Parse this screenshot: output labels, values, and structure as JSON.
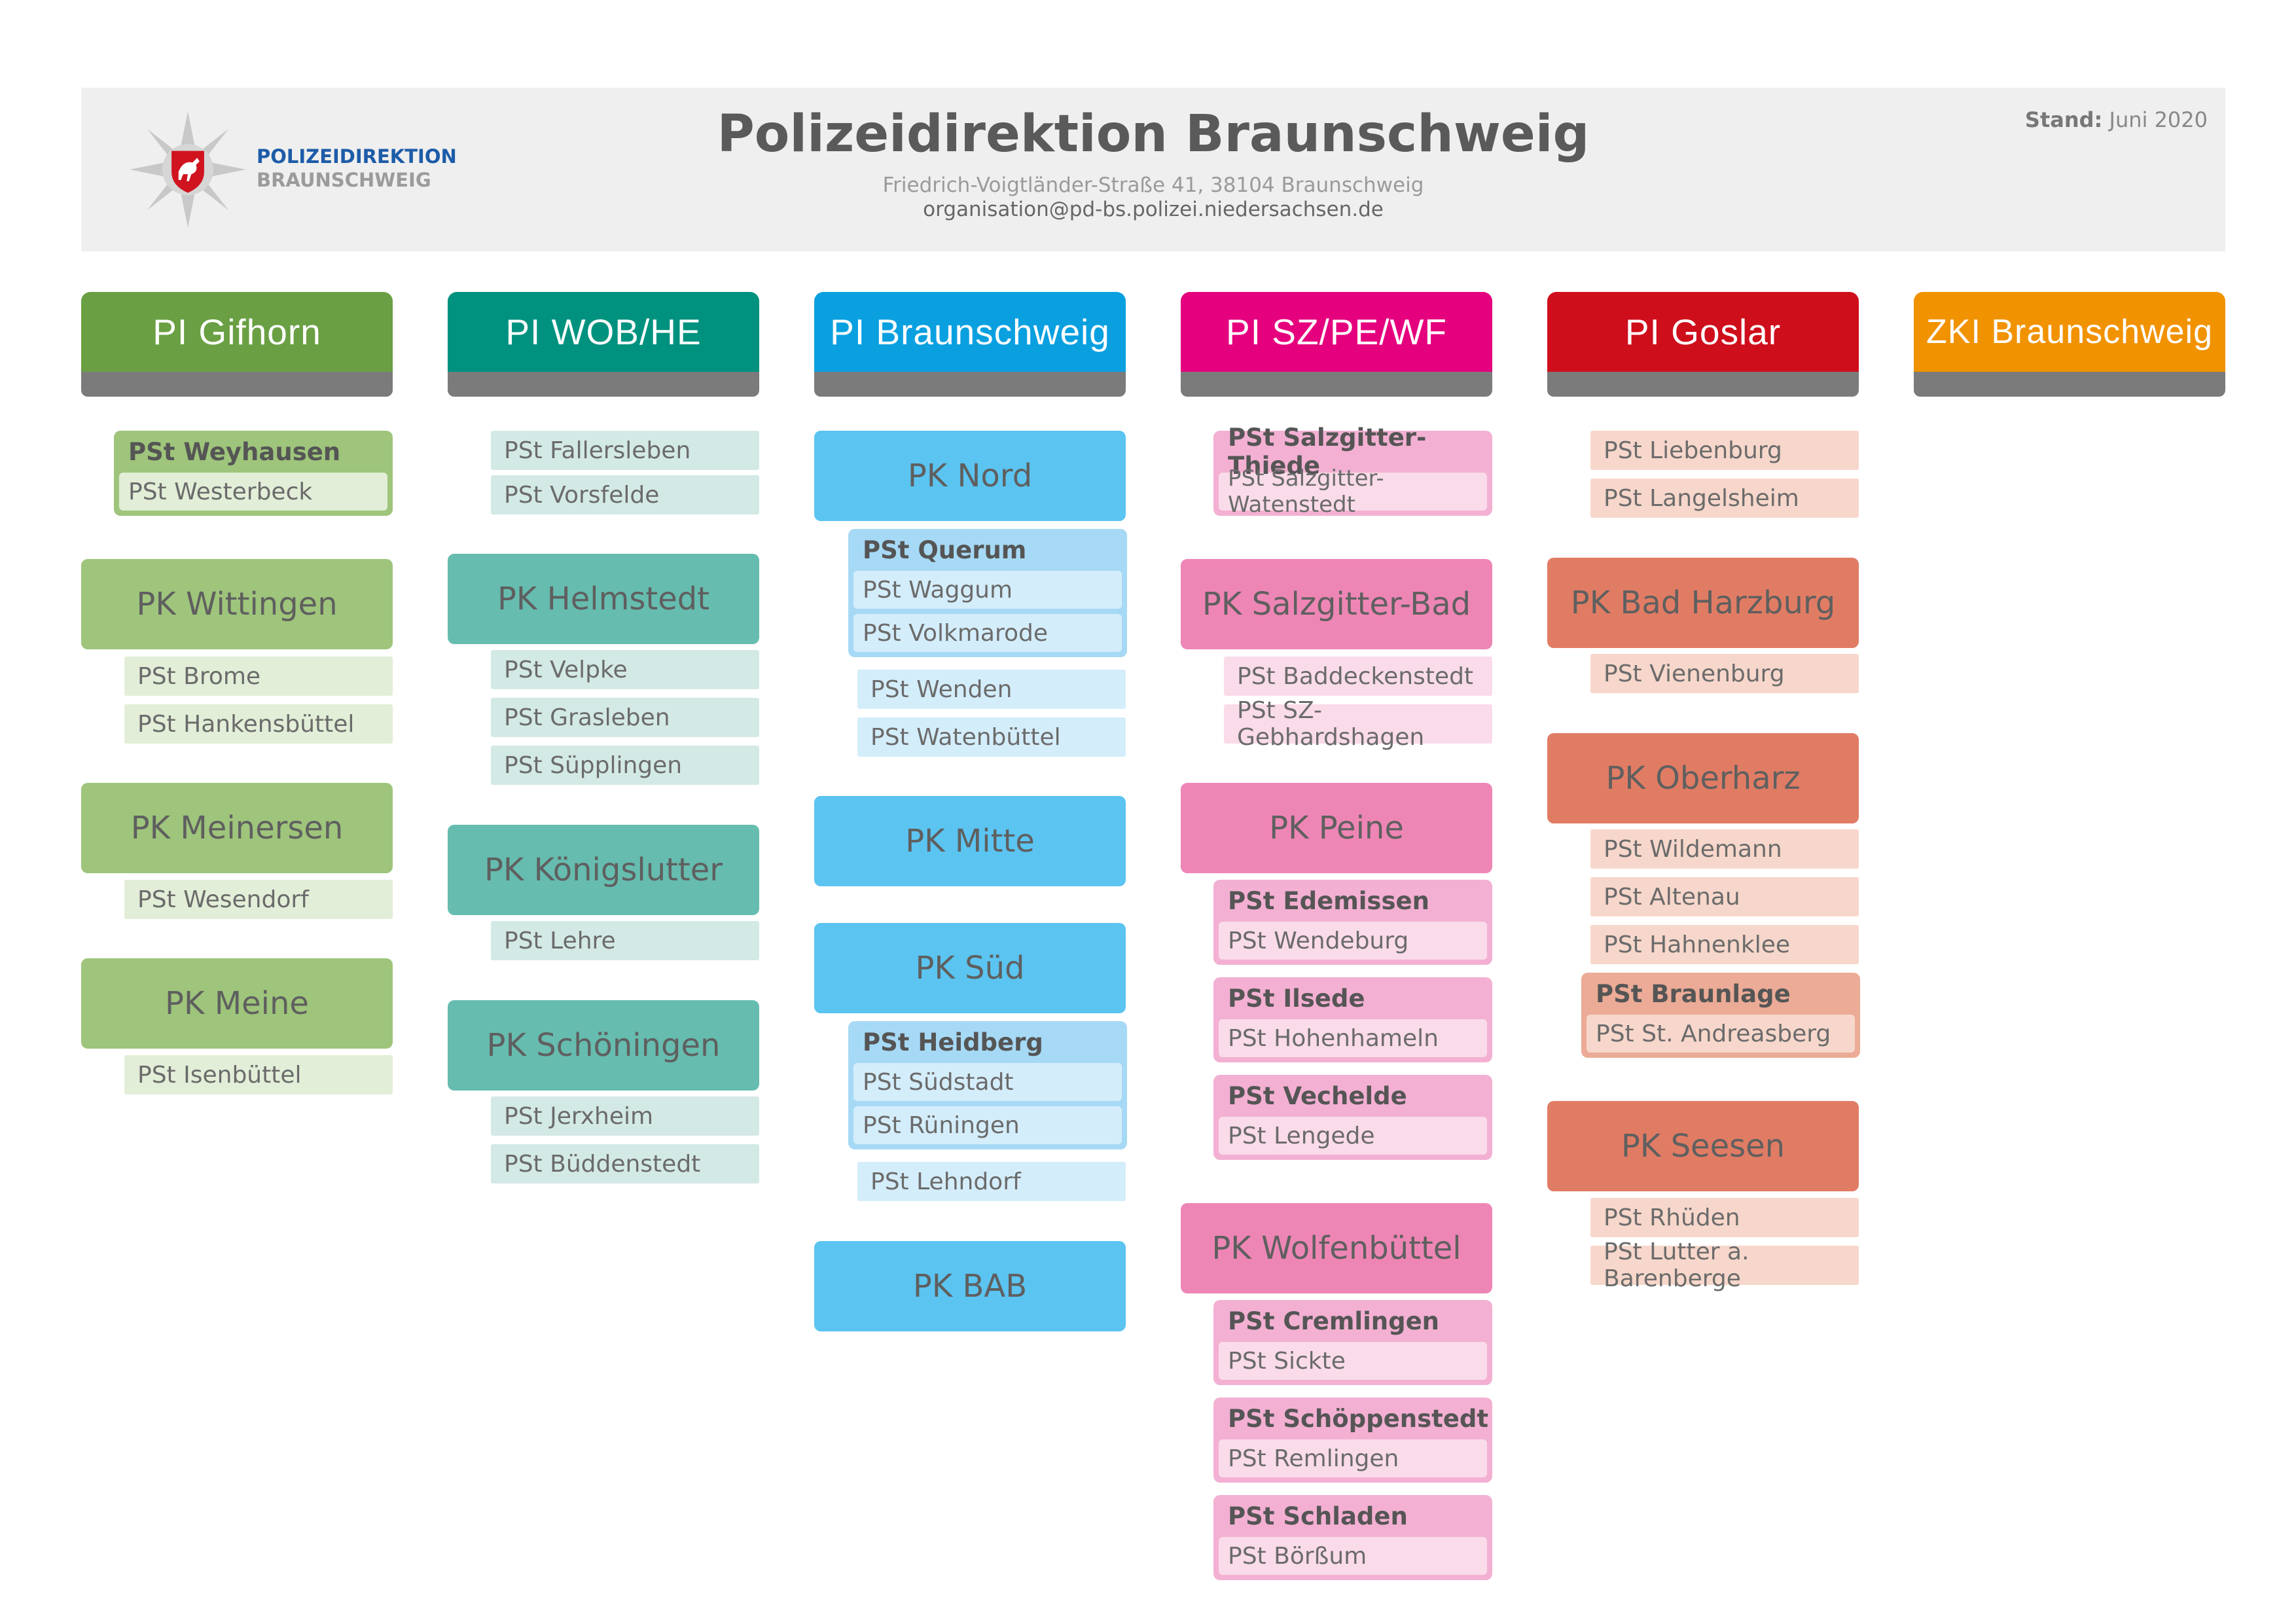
{
  "header": {
    "title": "Polizeidirektion Braunschweig",
    "address": "Friedrich-Voigtländer-Straße 41, 38104 Braunschweig",
    "email": "organisation@pd-bs.polizei.niedersachsen.de",
    "stand_label": "Stand:",
    "stand_value": "Juni 2020",
    "logo_line1": "POLIZEIDIREKTION",
    "logo_line2": "BRAUNSCHWEIG"
  },
  "colors": {
    "gifhorn": "#6aa043",
    "wob": "#00927e",
    "bs": "#0aa0e0",
    "sz": "#e5007d",
    "goslar": "#cf0e1c",
    "zki": "#f19200"
  },
  "columns": {
    "gifhorn": {
      "title": "PI Gifhorn",
      "g1": {
        "head": "PSt Weyhausen",
        "items": [
          "PSt Westerbeck"
        ]
      },
      "pk1": "PK Wittingen",
      "pk1_items": [
        "PSt Brome",
        "PSt Hankensbüttel"
      ],
      "pk2": "PK Meinersen",
      "pk2_items": [
        "PSt Wesendorf"
      ],
      "pk3": "PK Meine",
      "pk3_items": [
        "PSt Isenbüttel"
      ]
    },
    "wob": {
      "title": "PI WOB/HE",
      "top_items": [
        "PSt Fallersleben",
        "PSt Vorsfelde"
      ],
      "pk1": "PK Helmstedt",
      "pk1_items": [
        "PSt Velpke",
        "PSt Grasleben",
        "PSt Süpplingen"
      ],
      "pk2": "PK Königslutter",
      "pk2_items": [
        "PSt Lehre"
      ],
      "pk3": "PK Schöningen",
      "pk3_items": [
        "PSt Jerxheim",
        "PSt Büddenstedt"
      ]
    },
    "bs": {
      "title": "PI Braunschweig",
      "pk1": "PK Nord",
      "g1": {
        "head": "PSt Querum",
        "items": [
          "PSt Waggum",
          "PSt Volkmarode"
        ]
      },
      "pk1_items": [
        "PSt Wenden",
        "PSt Watenbüttel"
      ],
      "pk2": "PK Mitte",
      "pk3": "PK Süd",
      "g2": {
        "head": "PSt Heidberg",
        "items": [
          "PSt Südstadt",
          "PSt Rüningen"
        ]
      },
      "pk3_items": [
        "PSt Lehndorf"
      ],
      "pk4": "PK BAB"
    },
    "sz": {
      "title": "PI SZ/PE/WF",
      "g0": {
        "head": "PSt Salzgitter-Thiede",
        "items": [
          "PSt Salzgitter-Watenstedt"
        ]
      },
      "pk1": "PK Salzgitter-Bad",
      "pk1_items": [
        "PSt Baddeckenstedt",
        "PSt SZ-Gebhardshagen"
      ],
      "pk2": "PK Peine",
      "g1": {
        "head": "PSt Edemissen",
        "items": [
          "PSt Wendeburg"
        ]
      },
      "g2": {
        "head": "PSt Ilsede",
        "items": [
          "PSt Hohenhameln"
        ]
      },
      "g3": {
        "head": "PSt Vechelde",
        "items": [
          "PSt Lengede"
        ]
      },
      "pk3": "PK Wolfenbüttel",
      "g4": {
        "head": "PSt Cremlingen",
        "items": [
          "PSt Sickte"
        ]
      },
      "g5": {
        "head": "PSt Schöppenstedt",
        "items": [
          "PSt Remlingen"
        ]
      },
      "g6": {
        "head": "PSt Schladen",
        "items": [
          "PSt Börßum"
        ]
      }
    },
    "goslar": {
      "title": "PI Goslar",
      "top_items": [
        "PSt Liebenburg",
        "PSt Langelsheim"
      ],
      "pk1": "PK Bad Harzburg",
      "pk1_items": [
        "PSt Vienenburg"
      ],
      "pk2": "PK Oberharz",
      "pk2_items": [
        "PSt Wildemann",
        "PSt Altenau",
        "PSt Hahnenklee"
      ],
      "g1": {
        "head": "PSt Braunlage",
        "items": [
          "PSt St. Andreasberg"
        ]
      },
      "pk3": "PK Seesen",
      "pk3_items": [
        "PSt Rhüden",
        "PSt Lutter a. Barenberge"
      ]
    },
    "zki": {
      "title": "ZKI Braunschweig"
    }
  }
}
